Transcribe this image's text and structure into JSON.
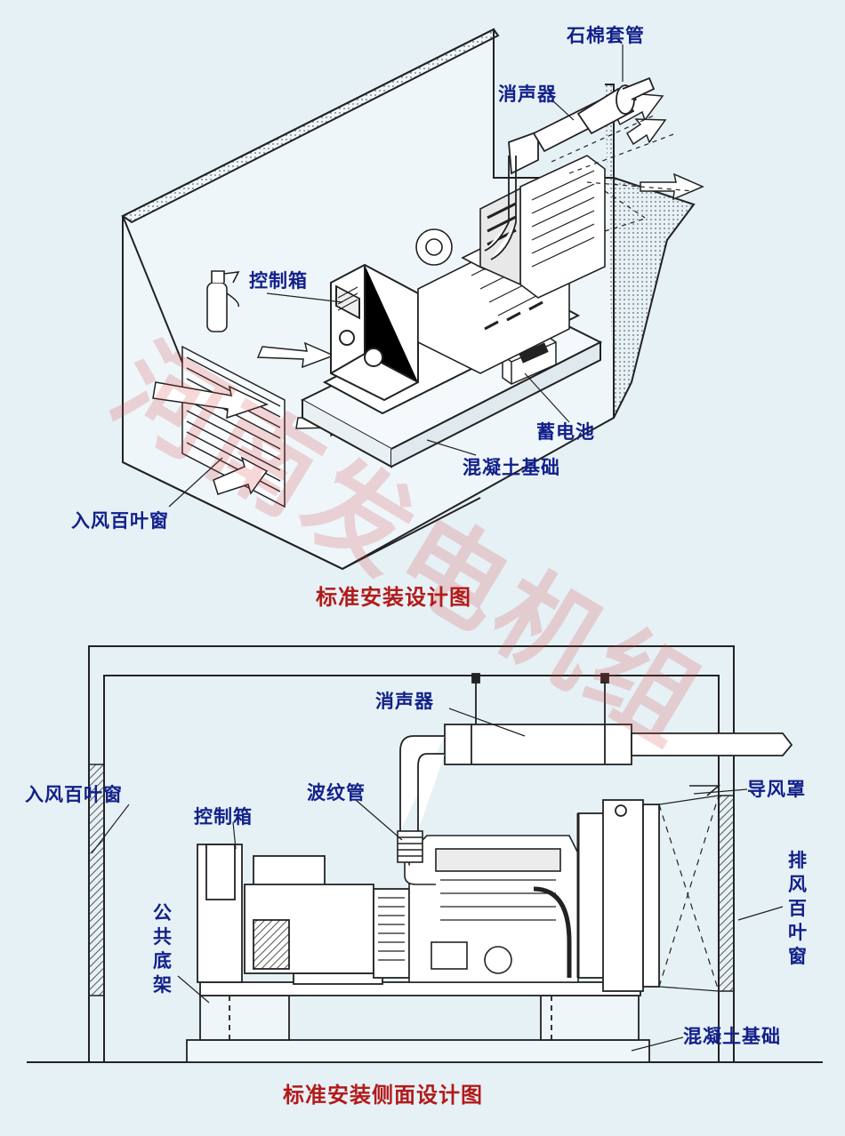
{
  "top_diagram": {
    "caption": "标准安装设计图",
    "labels": {
      "asbestos_sleeve": "石棉套管",
      "muffler": "消声器",
      "control_box": "控制箱",
      "battery": "蓄电池",
      "concrete_foundation": "混凝土基础",
      "intake_louver": "入风百叶窗"
    }
  },
  "bottom_diagram": {
    "caption": "标准安装侧面设计图",
    "labels": {
      "muffler": "消声器",
      "intake_louver": "入风百叶窗",
      "bellows": "波纹管",
      "air_guide_hood": "导风罩",
      "control_box": "控制箱",
      "common_base": "公共底架",
      "exhaust_louver": "排风百叶窗",
      "concrete_foundation": "混凝土基础"
    }
  },
  "watermark": "河南发电机组",
  "colors": {
    "background": "#e6f1f6",
    "label_text": "#12208a",
    "caption_text": "#b21a1a",
    "line": "#222222"
  }
}
